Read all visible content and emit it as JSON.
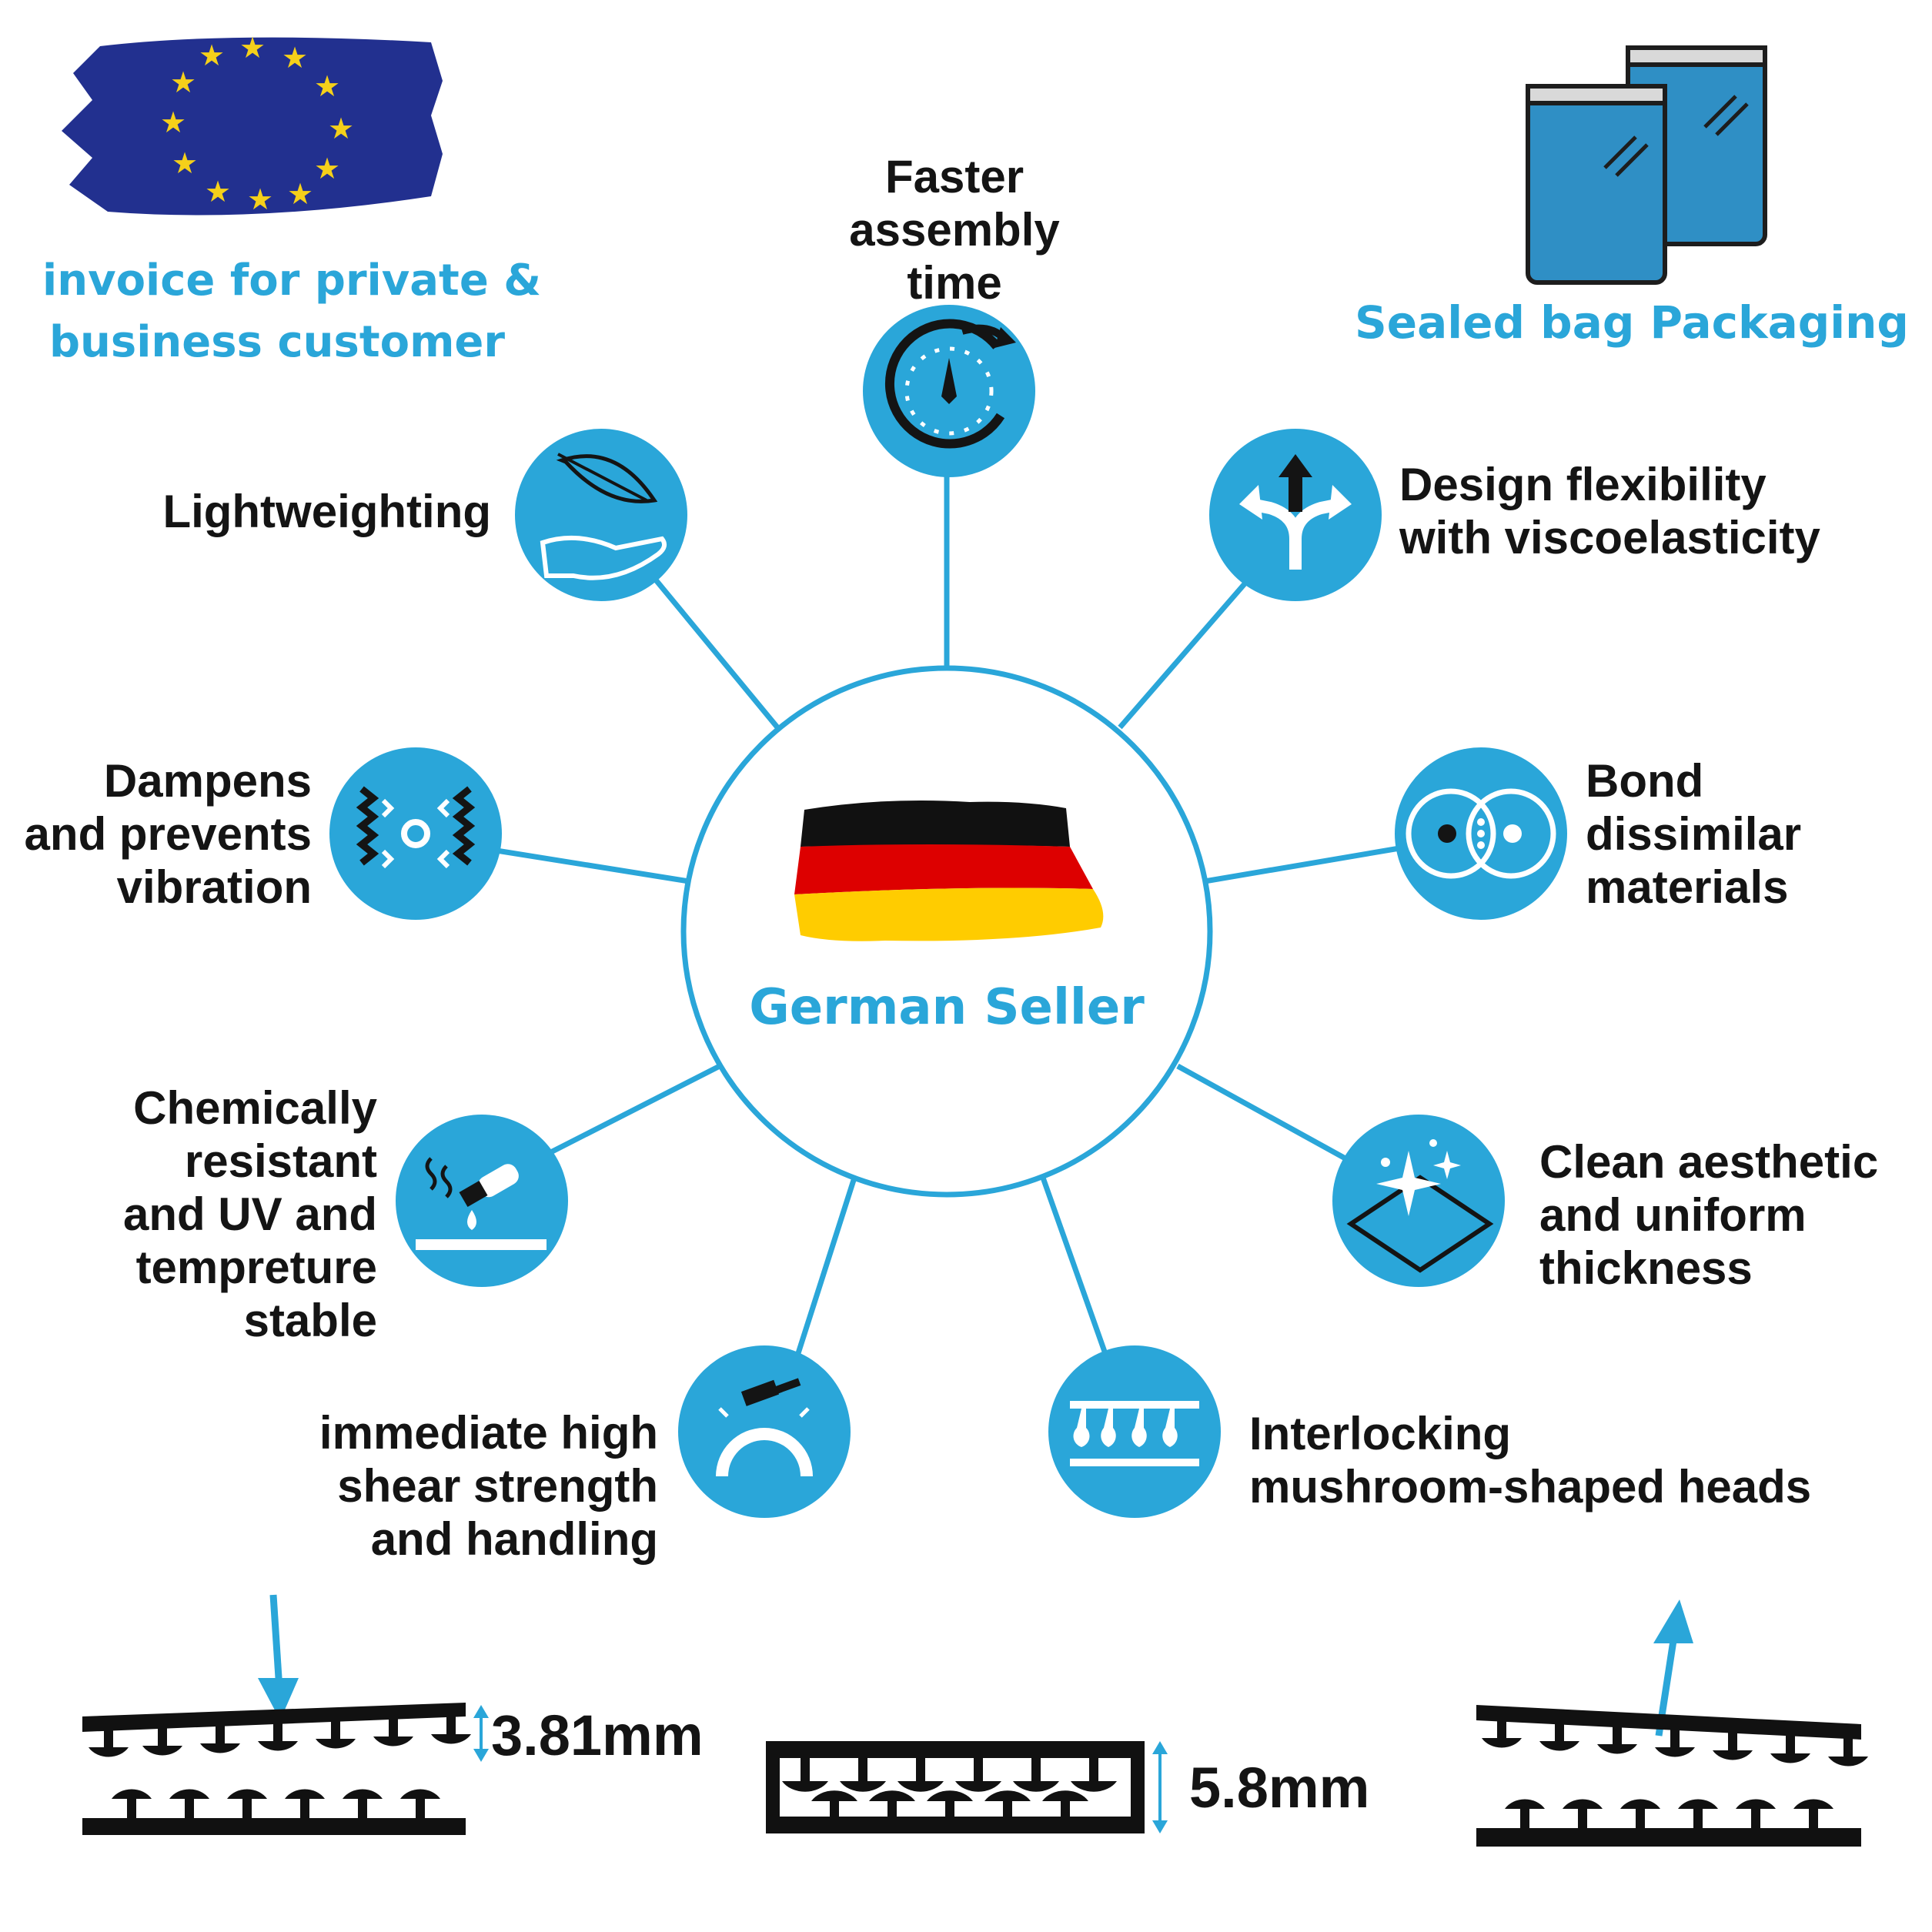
{
  "colors": {
    "accent": "#2aa6d9",
    "text": "#141414",
    "eu_blue": "#22308f",
    "eu_star": "#f5d01a",
    "de_black": "#111111",
    "de_red": "#dd0000",
    "de_gold": "#ffcc00"
  },
  "top_left": {
    "icon": "eu-flag-icon",
    "lines": [
      "invoice for private &",
      "business customer"
    ]
  },
  "top_right": {
    "icon": "sealed-bag-icon",
    "label": "Sealed bag Packaging"
  },
  "center": {
    "icon": "german-flag-icon",
    "label": "German Seller"
  },
  "features": {
    "assembly": {
      "icon": "stopwatch-icon",
      "lines": [
        "Faster",
        "assembly",
        "time"
      ]
    },
    "design": {
      "icon": "split-arrows-icon",
      "lines": [
        "Design flexibility",
        "with viscoelasticity"
      ]
    },
    "bond": {
      "icon": "bonded-circles-icon",
      "lines": [
        "Bond",
        "dissimilar",
        "materials"
      ]
    },
    "clean": {
      "icon": "sparkle-surface-icon",
      "lines": [
        "Clean aesthetic",
        "and uniform",
        "thickness"
      ]
    },
    "interlocking": {
      "icon": "mushroom-heads-icon",
      "lines": [
        "Interlocking",
        "mushroom-shaped heads"
      ]
    },
    "shear": {
      "icon": "hammer-arch-icon",
      "lines": [
        "immediate high",
        "shear strength",
        "and handling"
      ]
    },
    "chemical": {
      "icon": "chemical-drop-icon",
      "lines": [
        "Chemically",
        "resistant",
        "and UV and",
        "tempreture",
        "stable"
      ]
    },
    "dampens": {
      "icon": "vibration-waves-icon",
      "lines": [
        "Dampens",
        "and prevents",
        "vibration"
      ]
    },
    "light": {
      "icon": "feather-hand-icon",
      "lines": [
        "Lightweighting"
      ]
    }
  },
  "diagrams": {
    "left": {
      "icon": "press-down-arrow-icon",
      "thickness": "3.81mm"
    },
    "middle": {
      "icon": "interlocked-fastener-icon",
      "thickness": "5.8mm"
    },
    "right": {
      "icon": "pull-up-arrow-icon"
    }
  }
}
